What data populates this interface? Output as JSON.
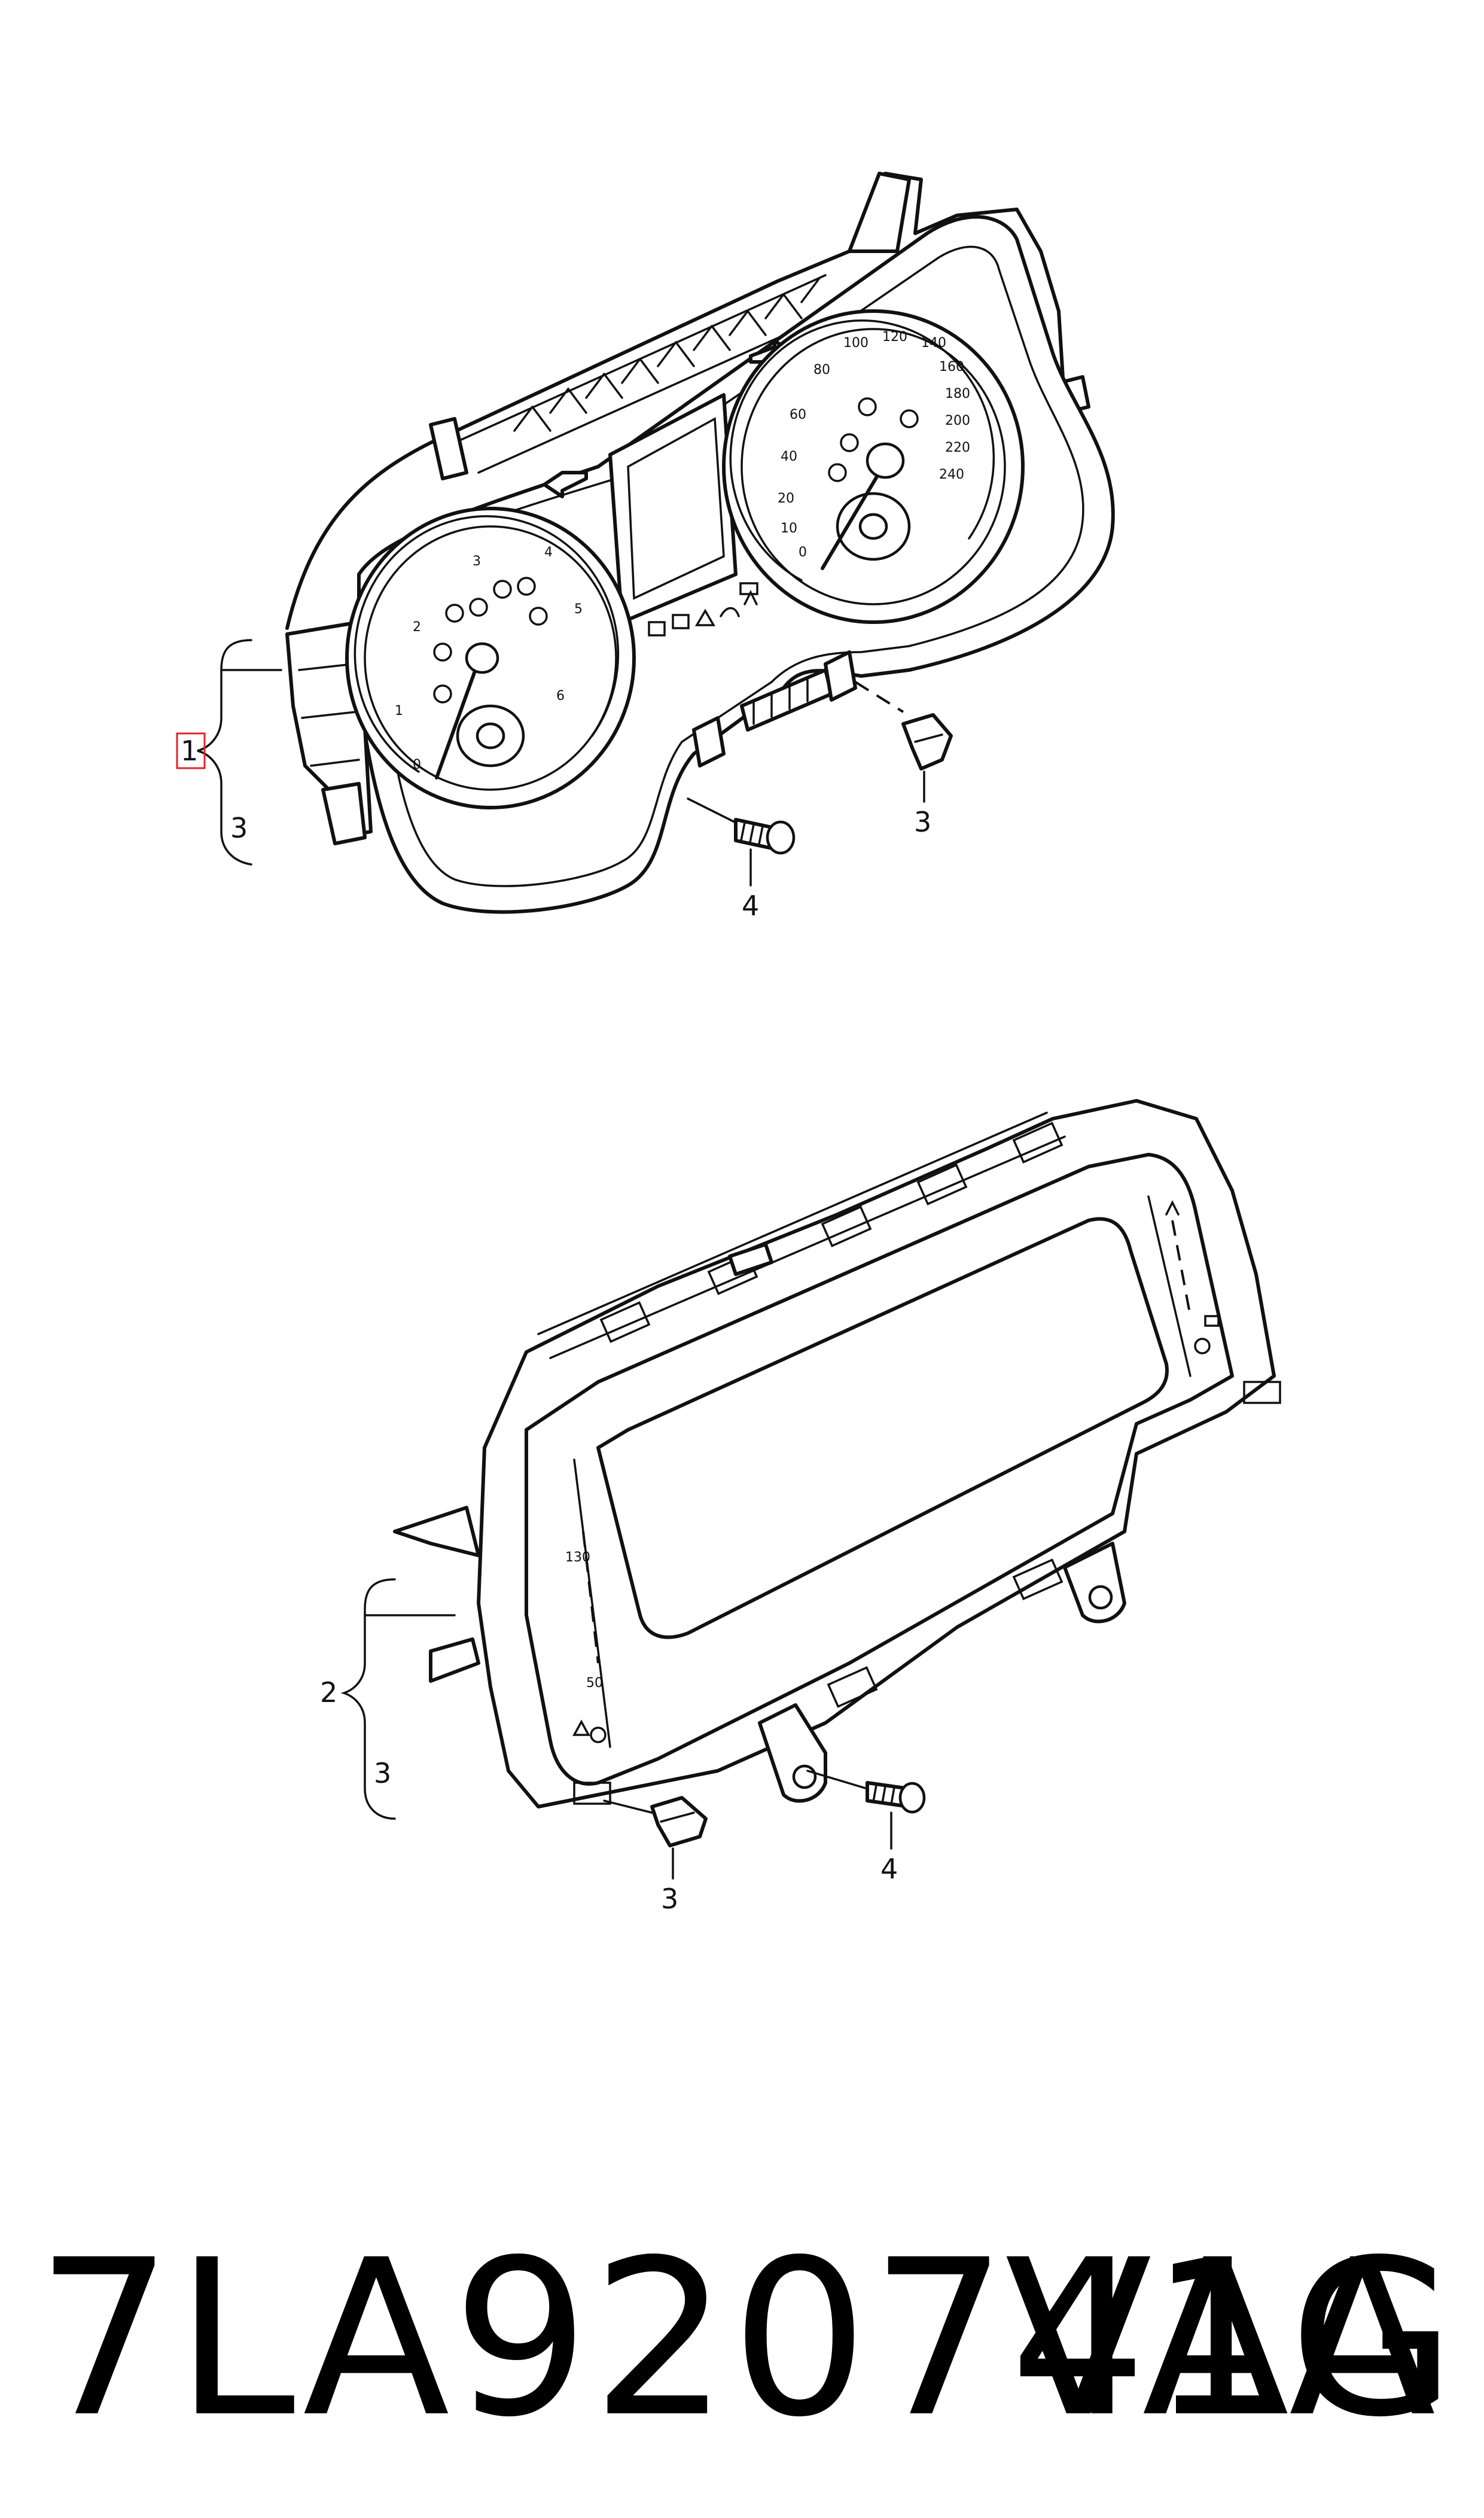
{
  "diagram": {
    "upper": {
      "callouts": {
        "main": "1",
        "bracket_sub": "3",
        "clip": "3",
        "screw": "4"
      },
      "speedometer_scale": [
        "0",
        "10",
        "20",
        "40",
        "60",
        "80",
        "100",
        "120",
        "140",
        "160",
        "180",
        "200",
        "220",
        "240"
      ],
      "tachometer_scale": [
        "0",
        "1",
        "2",
        "3",
        "4",
        "5",
        "6"
      ]
    },
    "lower": {
      "callouts": {
        "main": "2",
        "bracket_sub": "3",
        "clip": "3",
        "screw": "4"
      },
      "side_scale": [
        "130",
        "50"
      ]
    }
  },
  "footer": {
    "part_number": "7LA920741A",
    "brand": "VAG"
  },
  "colors": {
    "line": "#111111",
    "highlight": "#e0242b",
    "background": "#ffffff"
  }
}
